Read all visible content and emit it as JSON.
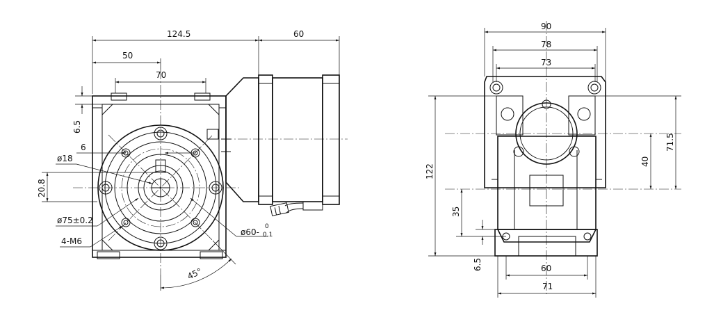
{
  "drawing": {
    "front_view": {
      "dims": {
        "overall_length": "124.5",
        "motor_length": "60",
        "center_offset": "50",
        "flange_width": "70",
        "mount_thickness": "6.5",
        "pcd_offset": "6",
        "bore_dia": "ø18",
        "center_height": "20.8",
        "pilot_dia": "ø75±0.2",
        "thread_spec": "4-M6",
        "bolt_circle_base": "ø60-",
        "bolt_circle_tol_upper": "0",
        "bolt_circle_tol_lower": "0.1",
        "bolt_angle": "45°"
      }
    },
    "side_view": {
      "dims": {
        "total_width": "90",
        "hole_spacing": "78",
        "top_width": "73",
        "total_height": "122",
        "shaft_height": "71.5",
        "inner_height": "40",
        "foot_height": "35",
        "foot_thickness": "6.5",
        "base_width_inner": "60",
        "base_width": "71"
      }
    }
  }
}
